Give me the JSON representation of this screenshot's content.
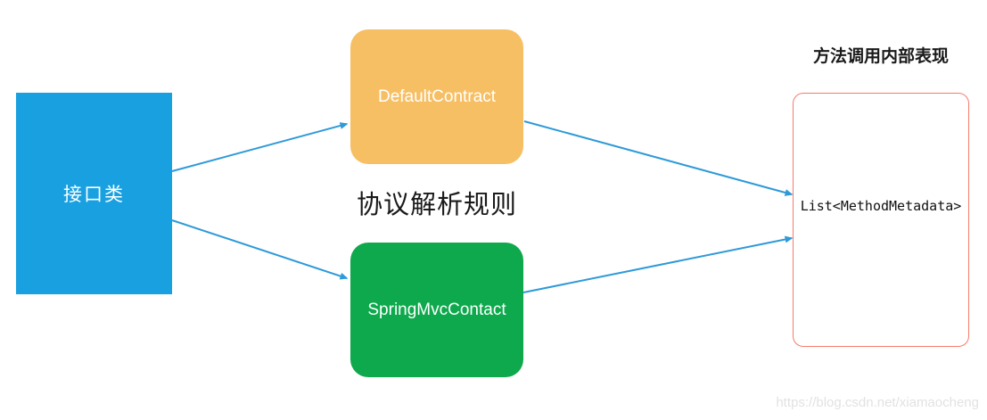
{
  "diagram": {
    "source_node": {
      "label": "接口类"
    },
    "contract_nodes": [
      {
        "id": "default-contract",
        "label": "DefaultContract"
      },
      {
        "id": "springmvc-contact",
        "label": "SpringMvcContact"
      }
    ],
    "center_label": "协议解析规则",
    "result": {
      "title": "方法调用内部表现",
      "label": "List<MethodMetadata>"
    },
    "watermark": "https://blog.csdn.net/xiamaocheng",
    "colors": {
      "source_fill": "#18A0E0",
      "default_fill": "#F7BF63",
      "spring_fill": "#0DA94C",
      "arrow": "#2E9AD8",
      "result_border": "#F97A6D",
      "watermark_color": "#E2E2E4"
    }
  }
}
